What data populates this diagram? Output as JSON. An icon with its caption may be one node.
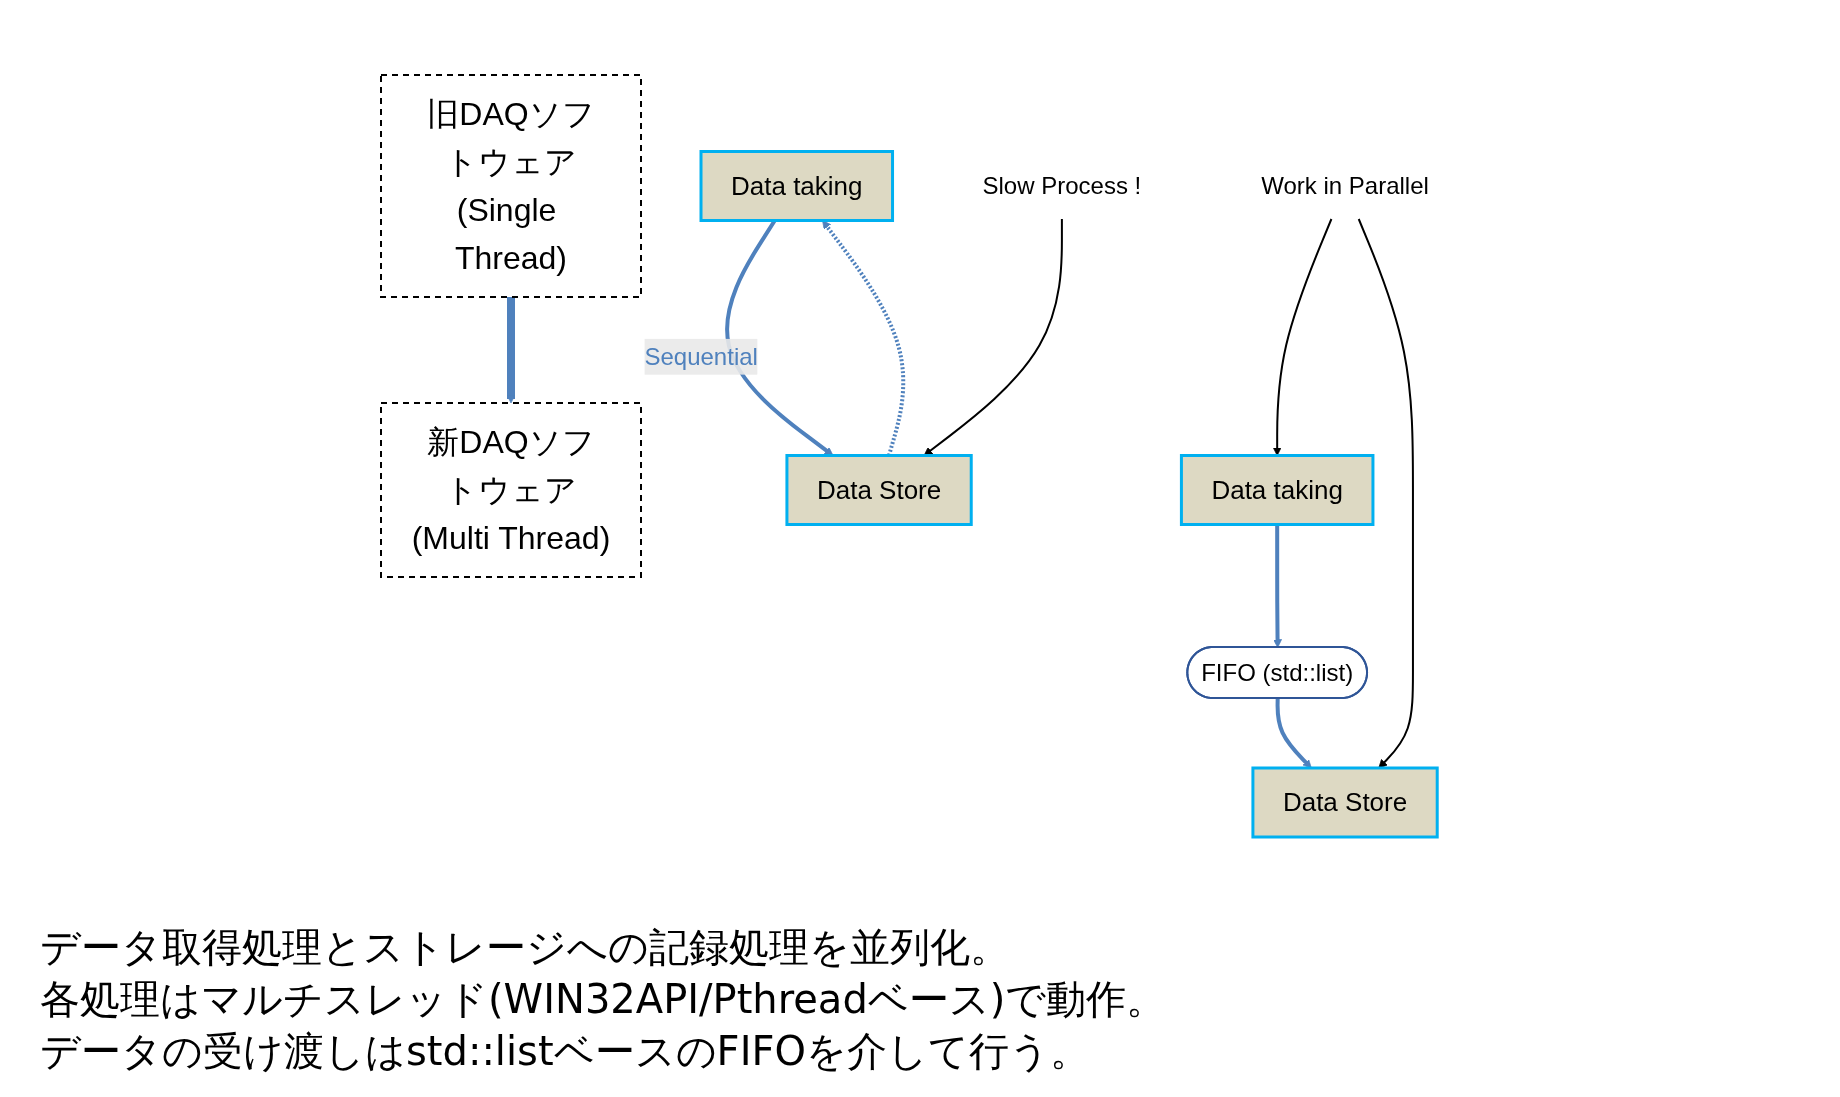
{
  "diagram": {
    "nodes": [
      {
        "text": [
          "旧DAQソフトウェア",
          "(Single Thread)"
        ]
      },
      {
        "text": [
          "新DAQソフトウェア",
          "(Multi Thread)"
        ]
      },
      {
        "text": [
          "Data taking"
        ]
      },
      {
        "text": [
          "Data Store"
        ]
      },
      {
        "text": [
          "Slow Process !"
        ]
      },
      {
        "text": [
          "FIFO (std::list)"
        ]
      },
      {
        "text": [
          "Data taking"
        ]
      },
      {
        "text": [
          "Data Store"
        ]
      },
      {
        "text": [
          "Work in Parallel"
        ]
      }
    ],
    "edges": [
      {
        "from": 0,
        "to": 1,
        "arrow": "to",
        "style": "thick"
      },
      {
        "from": 2,
        "to": 3,
        "arrow": "to",
        "label": "Sequential"
      },
      {
        "from": 3,
        "to": 2,
        "arrow": "to",
        "style": "dashed"
      },
      {
        "from": 4,
        "to": 3,
        "arrow": "to",
        "color": "#000000"
      },
      {
        "from": 6,
        "to": 5,
        "arrow": "to"
      },
      {
        "from": 5,
        "to": 7,
        "arrow": "to"
      },
      {
        "from": 8,
        "to": 6,
        "arrow": "to",
        "color": "#000000"
      },
      {
        "from": 8,
        "to": 7,
        "arrow": "to",
        "color": "#000000"
      }
    ],
    "labels": [
      "データ取得処理とストレージへの記録処理を並列化。",
      "各処理はマルチスレッド(WIN32API/Pthreadベース)で動作。",
      "データの受け渡しはstd::listベースのFIFOを介して行う。"
    ]
  }
}
